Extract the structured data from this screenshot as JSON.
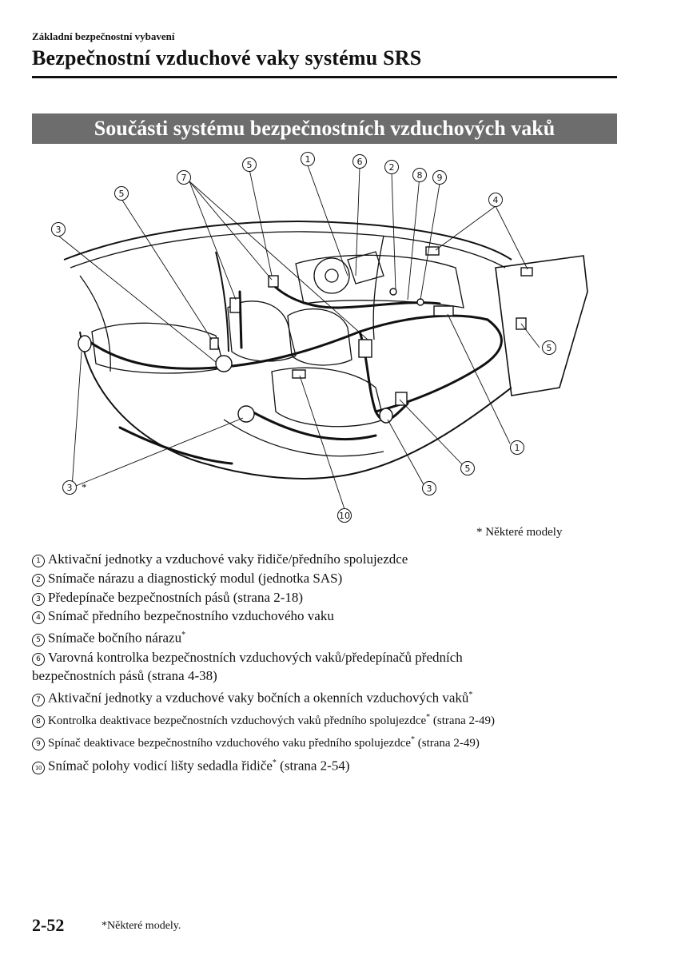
{
  "header": {
    "section": "Základní bezpečnostní vybavení",
    "title": "Bezpečnostní vzduchové vaky systému SRS"
  },
  "banner": "Součásti systému bezpečnostních vzduchových vaků",
  "diagram": {
    "callouts": [
      "①",
      "②",
      "③",
      "④",
      "⑤",
      "⑥",
      "⑦",
      "⑧",
      "⑨",
      "⑩"
    ],
    "asterisk": "*"
  },
  "note_top": "* Některé modely",
  "legend": [
    {
      "num": "①",
      "text": "Aktivační jednotky a vzduchové vaky řidiče/předního spolujezdce",
      "star": "",
      "tail": ""
    },
    {
      "num": "②",
      "text": "Snímače nárazu a diagnostický modul (jednotka SAS)",
      "star": "",
      "tail": ""
    },
    {
      "num": "③",
      "text": "Předepínače bezpečnostních pásů (strana 2-18)",
      "star": "",
      "tail": ""
    },
    {
      "num": "④",
      "text": "Snímač předního bezpečnostního vzduchového vaku",
      "star": "",
      "tail": ""
    },
    {
      "num": "⑤",
      "text": "Snímače bočního nárazu",
      "star": "*",
      "tail": ""
    },
    {
      "num": "⑥",
      "text": "Varovná kontrolka bezpečnostních vzduchových vaků/předepínačů předních",
      "star": "",
      "tail": ""
    },
    {
      "num": "",
      "text": "bezpečnostních pásů (strana 4-38)",
      "star": "",
      "tail": ""
    },
    {
      "num": "⑦",
      "text": "Aktivační jednotky a vzduchové vaky bočních a okenních vzduchových vaků",
      "star": "*",
      "tail": ""
    },
    {
      "num": "⑧",
      "text": "Kontrolka deaktivace bezpečnostních vzduchových vaků předního spolujezdce",
      "star": "*",
      "tail": " (strana 2-49)"
    },
    {
      "num": "⑨",
      "text": "Spínač deaktivace bezpečnostního vzduchového vaku předního spolujezdce",
      "star": "*",
      "tail": " (strana 2-49)"
    },
    {
      "num": "⑩",
      "text": "Snímač polohy vodicí lišty sedadla řidiče",
      "star": "*",
      "tail": " (strana 2-54)"
    }
  ],
  "footer": {
    "page_number": "2-52",
    "note": "*Některé modely."
  }
}
